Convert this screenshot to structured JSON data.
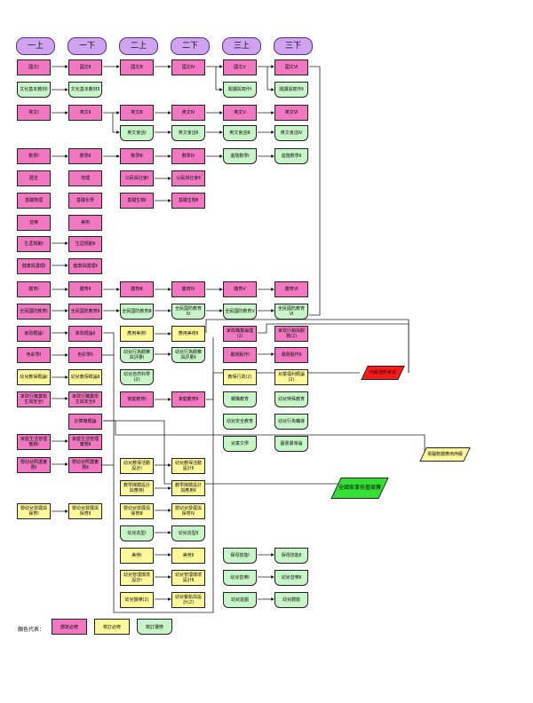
{
  "headers": [
    "一上",
    "一下",
    "二上",
    "二下",
    "三上",
    "三下"
  ],
  "courses": {
    "c1": "國文Ⅰ",
    "c2": "國文Ⅱ",
    "c3": "國文Ⅲ",
    "c4": "國文Ⅳ",
    "c5": "國文Ⅴ",
    "c6": "國文Ⅵ",
    "c7": "文化基本教材Ⅰ",
    "c8": "文化基本教材Ⅱ",
    "c9": "閱讀與寫作Ⅰ",
    "c10": "閱讀與寫作Ⅱ",
    "c11": "英文Ⅰ",
    "c12": "英文Ⅱ",
    "c13": "英文Ⅲ",
    "c14": "英文Ⅳ",
    "c15": "英文Ⅴ",
    "c16": "英文Ⅵ",
    "c17": "英文會話Ⅰ",
    "c18": "英文會話Ⅱ",
    "c19": "英文會話Ⅲ",
    "c20": "英文會話Ⅳ",
    "c21": "數學Ⅰ",
    "c22": "數學Ⅱ",
    "c23": "數學Ⅲ",
    "c24": "數學Ⅳ",
    "c25": "進階數學Ⅰ",
    "c26": "進階數學Ⅱ",
    "c27": "歷史",
    "c28": "地理",
    "c29": "公民與社會Ⅰ",
    "c30": "公民與社會Ⅱ",
    "c31": "基礎物理",
    "c32": "基礎化學",
    "c33": "基礎生物Ⅰ",
    "c34": "基礎生物Ⅱ",
    "c35": "音樂",
    "c36": "美術",
    "c37": "生涯規劃Ⅰ",
    "c38": "生涯規劃Ⅱ",
    "c39": "健康與護理Ⅰ",
    "c40": "健康與護理Ⅱ",
    "c41": "體育Ⅰ",
    "c42": "體育Ⅱ",
    "c43": "體育Ⅲ",
    "c44": "體育Ⅳ",
    "c45": "體育Ⅴ",
    "c46": "體育Ⅵ",
    "c47": "全民國防教育Ⅰ",
    "c48": "全民國防教育Ⅱ",
    "c49": "全民國防教育Ⅲ",
    "c50": "全民國防教育Ⅳ",
    "c51": "全民國防教育Ⅴ",
    "c52": "全民國防教育Ⅵ",
    "c53": "家政概論Ⅰ",
    "c54": "家政概論Ⅱ",
    "c55": "應用美術Ⅰ",
    "c56": "應用美術Ⅱ",
    "c57": "家政職業倫理(2)",
    "c58": "家政行銷與服務(2)",
    "c59": "色彩學Ⅰ",
    "c60": "色彩學Ⅱ",
    "c61": "幼兒行為觀察與評量Ⅰ",
    "c62": "幼兒行為觀察與評量Ⅱ",
    "c63": "專題製作Ⅰ",
    "c64": "專題製作Ⅱ",
    "c65": "幼兒教保概論Ⅰ",
    "c66": "幼兒教保概論Ⅱ",
    "c67": "幼兒自然科學(2)",
    "c68": "教保行政(2)",
    "c69": "兒童福利概論(2)",
    "c70": "家政行職業衛生與安全Ⅰ",
    "c71": "家政行職業衛生與安全Ⅱ",
    "c72": "家庭教育Ⅰ",
    "c73": "家庭教育Ⅱ",
    "c74": "親職教育",
    "c75": "幼兒特殊教育",
    "c76": "計算機概論",
    "c77": "幼兒安全教育",
    "c78": "幼兒行為輔導",
    "c79": "兒童文學",
    "c80": "圖書畫導論",
    "c81": "家庭生活管理實務Ⅰ",
    "c82": "家庭生活管理實務Ⅱ",
    "c83": "嬰幼兒照護實務Ⅰ",
    "c84": "嬰幼兒照護實務Ⅱ",
    "c85": "幼兒教保活動設計Ⅰ",
    "c86": "幼兒教保活動設計Ⅱ",
    "c87": "教學媒體設計與應用Ⅰ",
    "c88": "教學媒體設計與應用Ⅱ",
    "c89": "嬰幼兒發展與保育Ⅰ",
    "c90": "嬰幼兒發展與保育Ⅱ",
    "c91": "嬰幼兒發展與保育Ⅲ",
    "c92": "嬰幼兒發展與保育Ⅳ",
    "c93": "幼兒造型Ⅰ",
    "c94": "幼兒造型Ⅱ",
    "c95": "美勞Ⅰ",
    "c96": "美勞Ⅱ",
    "c97": "保母技能Ⅰ",
    "c98": "保母技能Ⅱ",
    "c99": "幼兒管理環境設計Ⅰ",
    "c100": "幼兒管理環境設計Ⅱ",
    "c101": "幼兒音樂Ⅰ",
    "c102": "幼兒音樂Ⅱ",
    "c103": "幼兒韻律(2)",
    "c104": "幼兒餐點與設計(2)",
    "c105": "幼兒遊戲",
    "c106": "幼兒體能"
  },
  "tags": {
    "red": "丙級證照考試",
    "green": "全國家事技藝競賽",
    "yellow": "電腦軟體應用丙級"
  },
  "legend": {
    "title": "顏色代表：",
    "pink": "部定必修",
    "yellow": "校訂必修",
    "green": "校訂選修"
  },
  "colors": {
    "pink": "#f077c0",
    "yellow": "#fdf99a",
    "green": "#c8f5c8",
    "header": "#cfa3f0",
    "red": "#ff1a1a",
    "green2": "#33e033"
  }
}
